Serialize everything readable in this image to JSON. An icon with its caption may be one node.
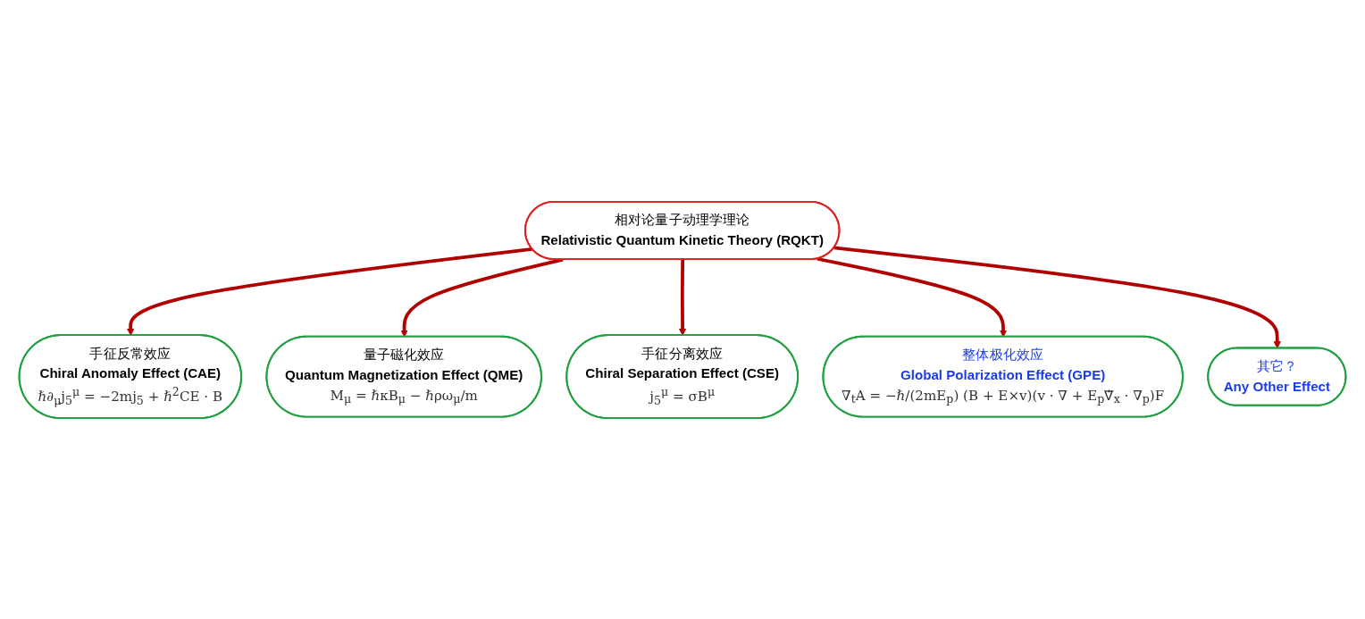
{
  "diagram": {
    "nodes": [
      {
        "text": [
          "相对论量子动理学理论",
          "Relativistic Quantum Kinetic Theory (RQKT)"
        ]
      },
      {
        "text": [
          "手征反常效应",
          "Chiral Anomaly Effect (CAE)",
          "ℏ∂$_{μ}$j$_{5}$$^{μ}$ = −2mj$_{5}$ + ℏ$^{2}$CE · B"
        ]
      },
      {
        "text": [
          "量子磁化效应",
          "Quantum Magnetization Effect (QME)",
          "M$_{μ}$ = ℏκB$_{μ}$ − ℏρω$_{μ}$/m"
        ]
      },
      {
        "text": [
          "手征分离效应",
          "Chiral Separation Effect (CSE)",
          "j$_{5}$$^{μ}$ = σB$^{μ}$"
        ]
      },
      {
        "text": [
          "整体极化效应",
          "Global Polarization Effect (GPE)",
          "∇$_{t}$A = −ℏ/(2mE$_{p}$) (B + E×v)(v · ∇ + E$_{p}$∇⃖$_{x}$ · ∇$_{p}$)F"
        ]
      },
      {
        "text": [
          "其它？",
          "Any Other Effect"
        ]
      }
    ],
    "edges": [
      {
        "from": 0,
        "to": 1,
        "arrow": "to"
      },
      {
        "from": 0,
        "to": 2,
        "arrow": "to"
      },
      {
        "from": 0,
        "to": 3,
        "arrow": "to"
      },
      {
        "from": 0,
        "to": 4,
        "arrow": "to"
      },
      {
        "from": 0,
        "to": 5,
        "arrow": "to"
      }
    ]
  }
}
